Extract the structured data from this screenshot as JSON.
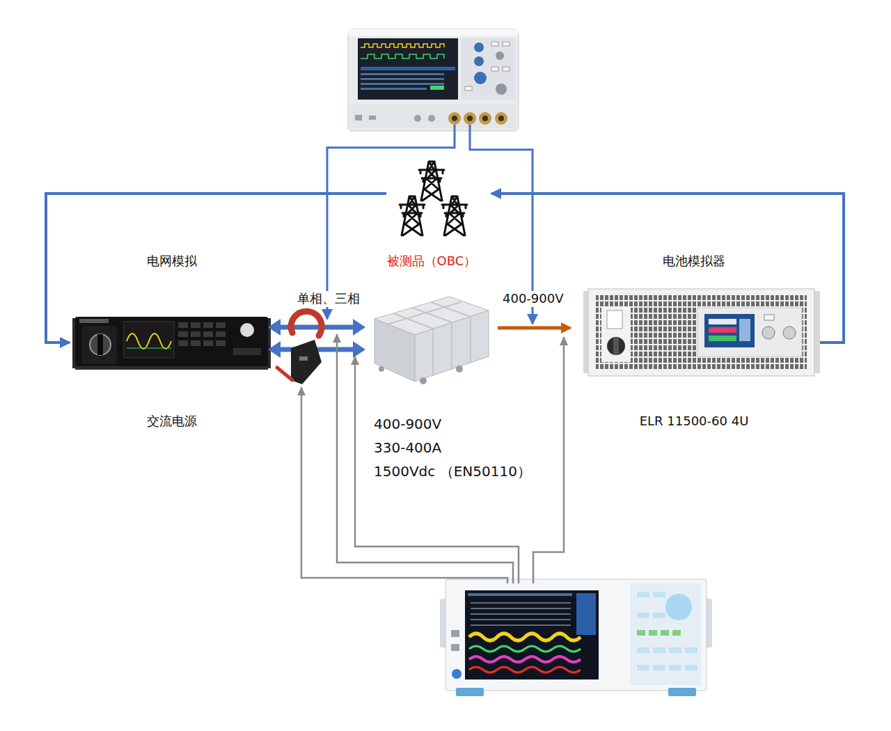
{
  "diagram": {
    "nodes": [
      {
        "text": [
          "电网模拟",
          "交流电源"
        ]
      },
      {
        "text": [
          "被测品（OBC）"
        ]
      },
      {
        "text": [
          "电池模拟器",
          "ELR 11500-60 4U"
        ]
      }
    ],
    "edges": [
      {
        "from": 0,
        "to": 1,
        "arrow": "both",
        "label": "单相、三相"
      },
      {
        "from": 0,
        "to": 1,
        "arrow": "both"
      },
      {
        "from": 1,
        "to": 2,
        "arrow": "to",
        "label": "400-900V"
      }
    ],
    "labels": [
      "400-900V",
      "330-400A",
      "1500Vdc （EN50110）"
    ]
  }
}
